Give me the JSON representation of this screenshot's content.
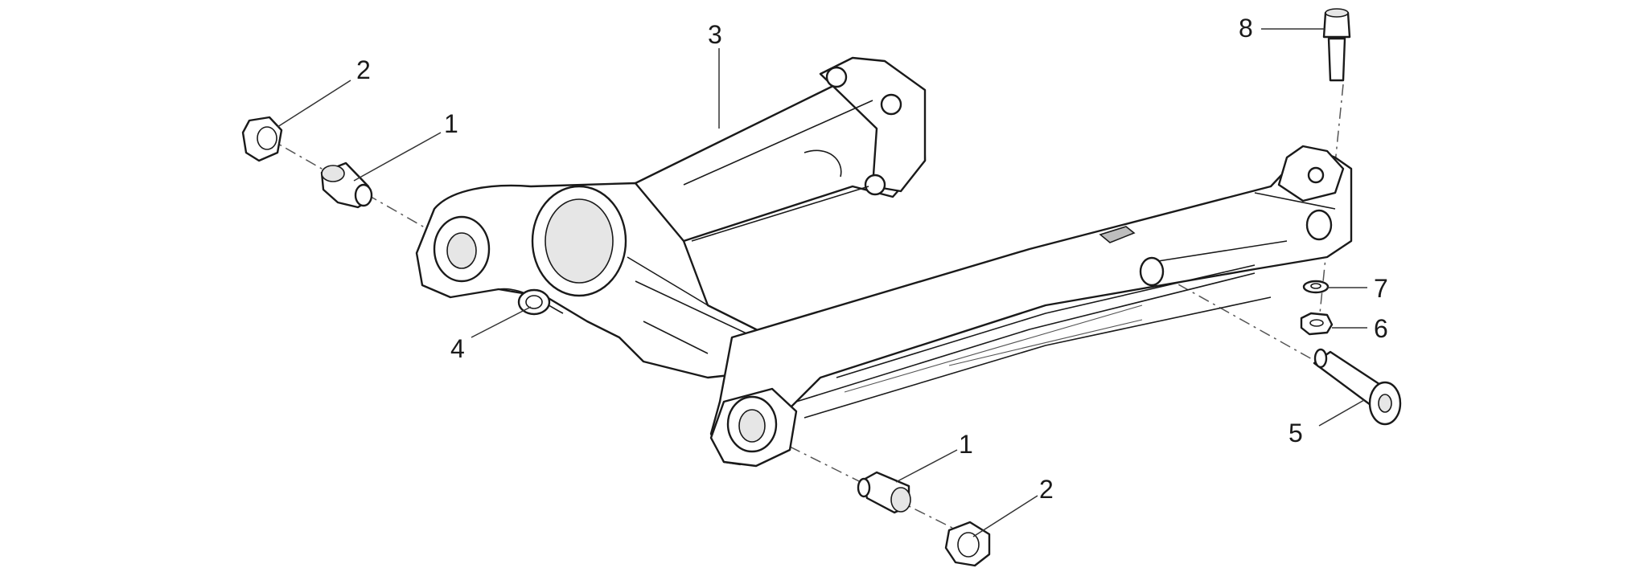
{
  "callouts": [
    {
      "id": "c2a",
      "text": "2"
    },
    {
      "id": "c1a",
      "text": "1"
    },
    {
      "id": "c3",
      "text": "3"
    },
    {
      "id": "c4",
      "text": "4"
    },
    {
      "id": "c8",
      "text": "8"
    },
    {
      "id": "c7",
      "text": "7"
    },
    {
      "id": "c6",
      "text": "6"
    },
    {
      "id": "c5",
      "text": "5"
    },
    {
      "id": "c1b",
      "text": "1"
    },
    {
      "id": "c2b",
      "text": "2"
    }
  ]
}
